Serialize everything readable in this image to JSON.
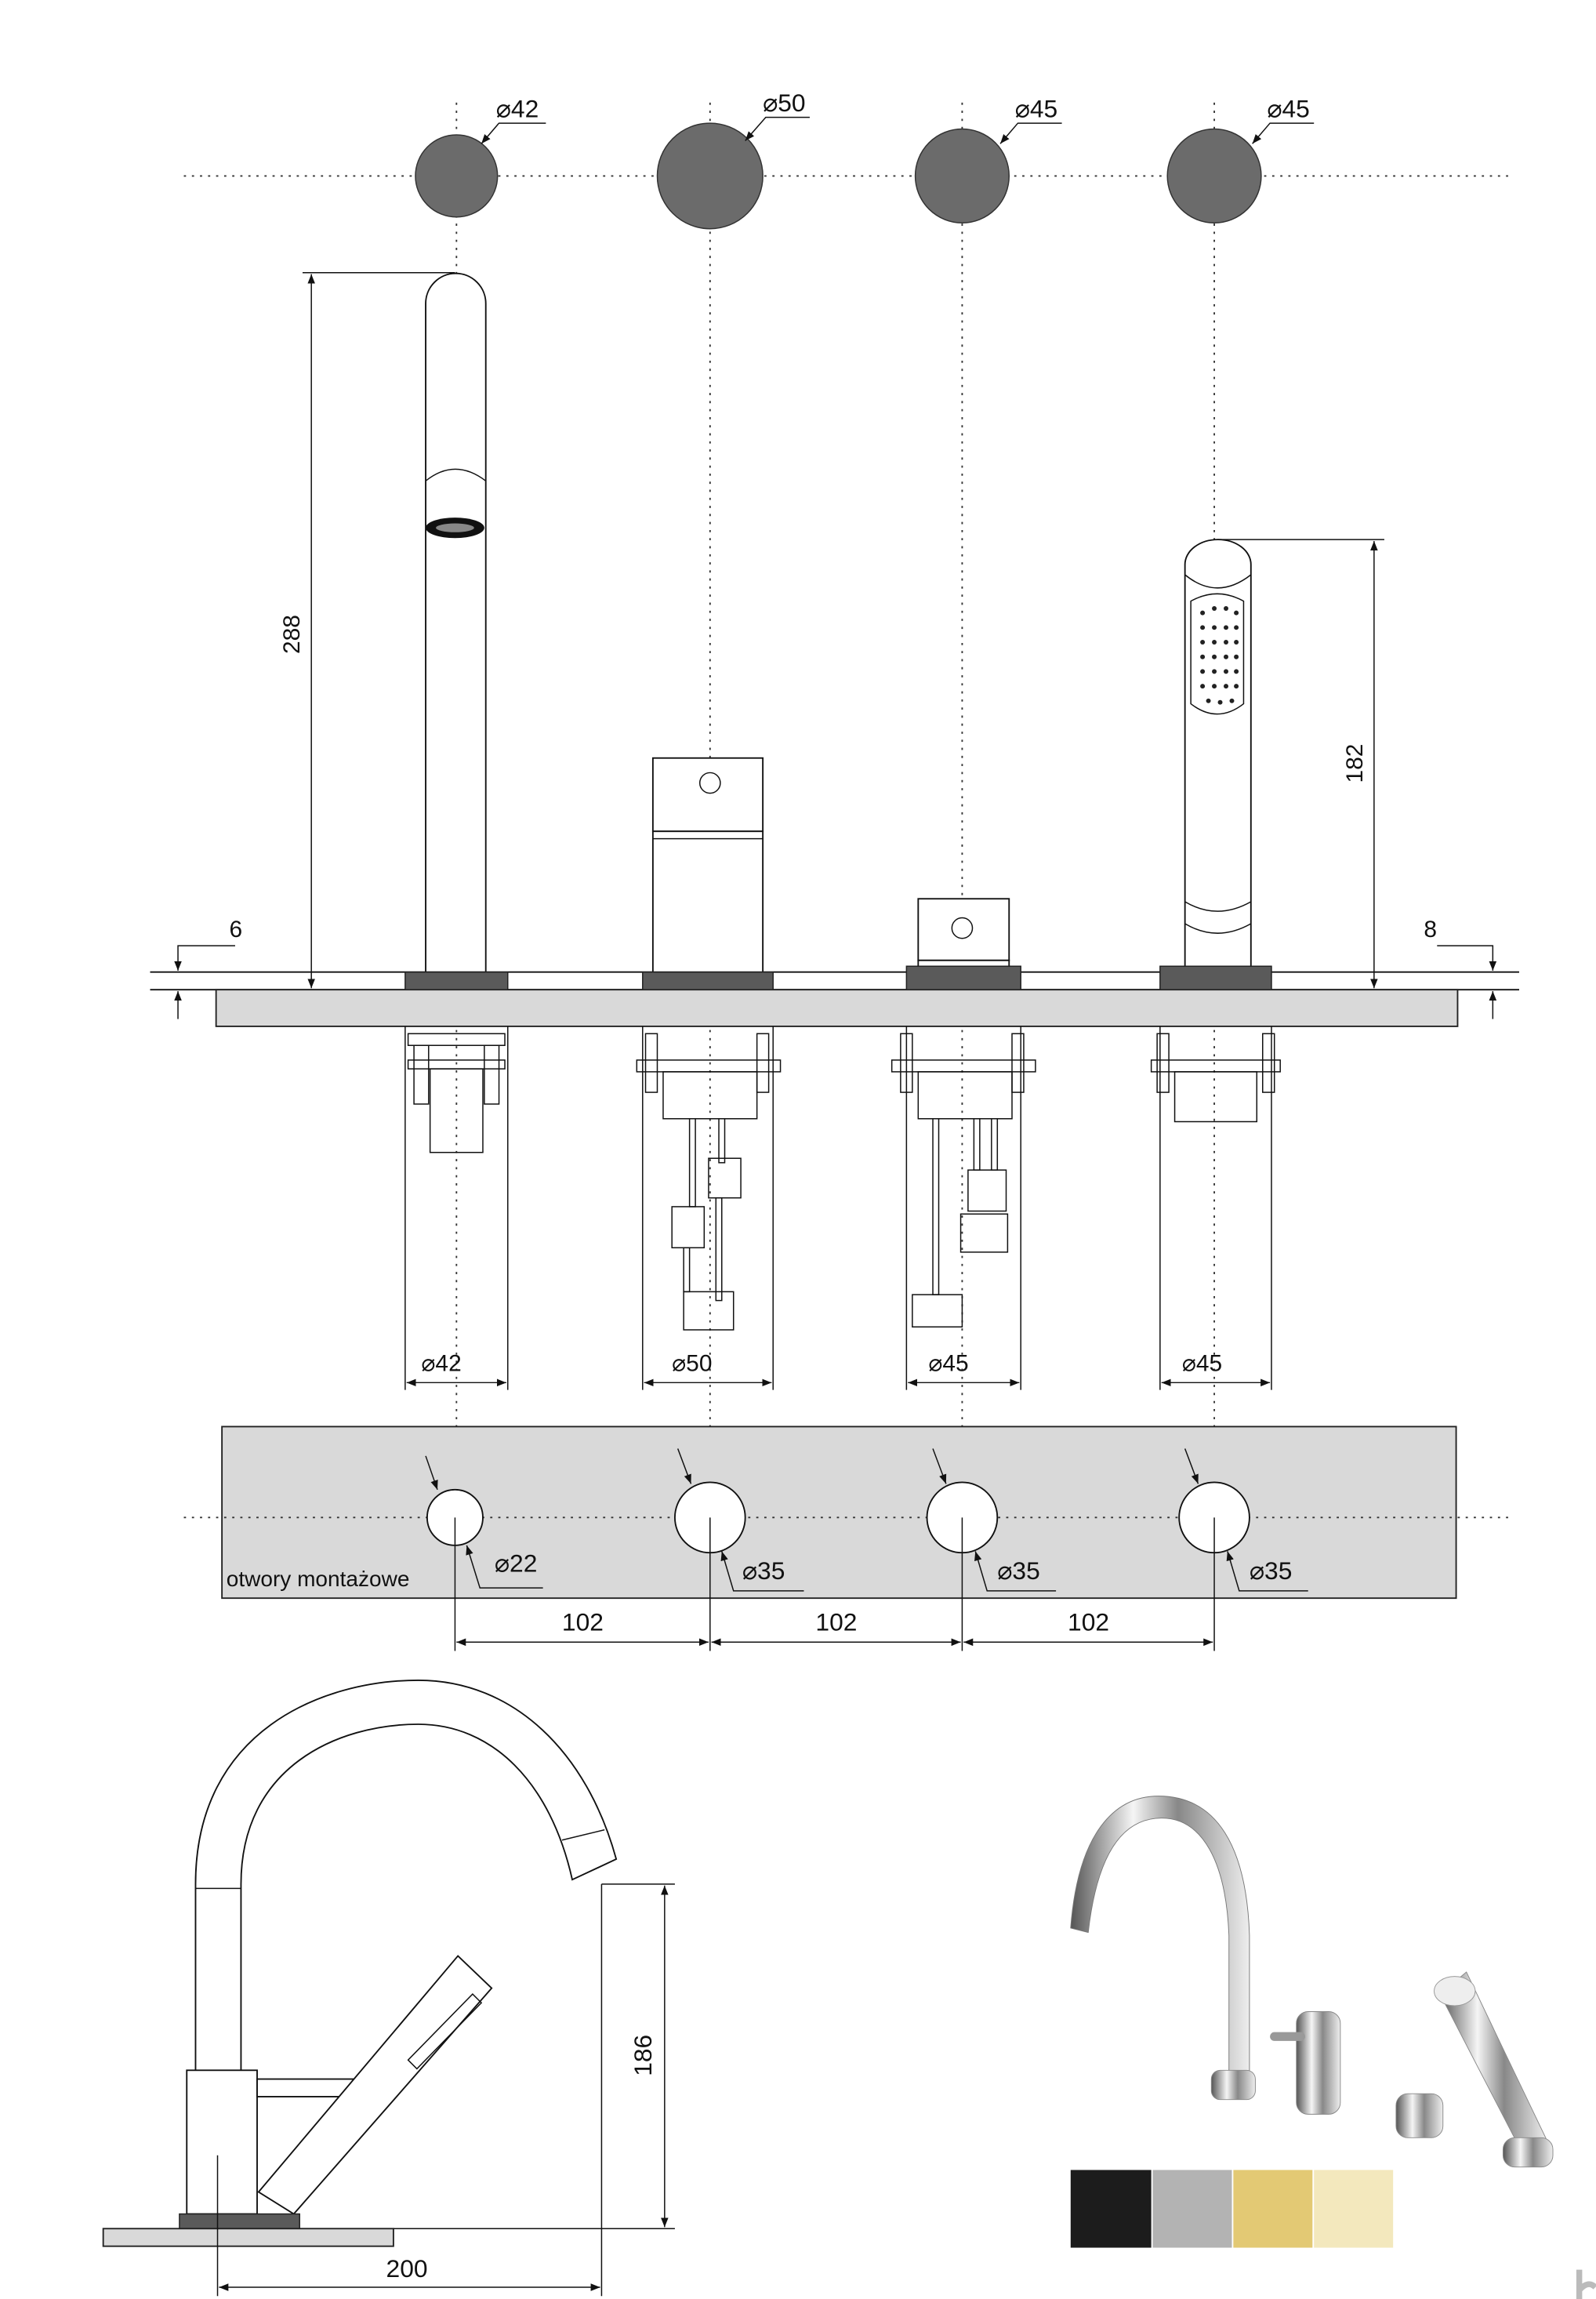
{
  "top_view": {
    "diameters": [
      "⌀42",
      "⌀50",
      "⌀45",
      "⌀45"
    ]
  },
  "side_view": {
    "spout_height": "288",
    "hand_shower_height": "182",
    "deck_left": "6",
    "deck_right": "8",
    "base_diameters": [
      "⌀42",
      "⌀50",
      "⌀45",
      "⌀45"
    ]
  },
  "mounting_plate": {
    "label": "otwory montażowe",
    "hole_diameters": [
      "⌀22",
      "⌀35",
      "⌀35",
      "⌀35"
    ],
    "spacings": [
      "102",
      "102",
      "102"
    ]
  },
  "profile_view": {
    "height": "186",
    "reach": "200"
  },
  "finishes": {
    "swatches": [
      {
        "name": "black",
        "color": "#1c1c1c"
      },
      {
        "name": "brushed-steel",
        "color": "#b3b3b3"
      },
      {
        "name": "brushed-gold",
        "color": "#e3c974"
      },
      {
        "name": "light-gold",
        "color": "#f3e8bd"
      }
    ]
  }
}
